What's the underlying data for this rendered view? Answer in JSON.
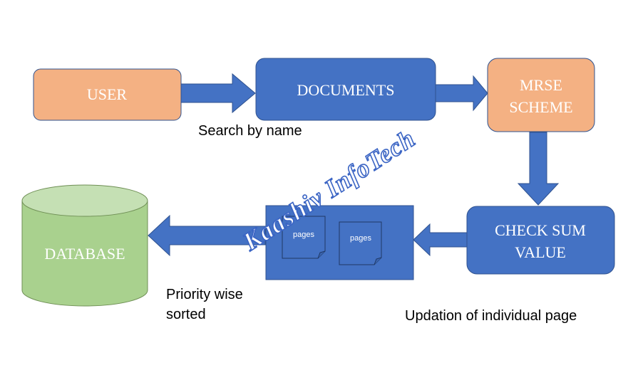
{
  "nodes": {
    "user": "USER",
    "documents": "DOCUMENTS",
    "mrse_line1": "MRSE",
    "mrse_line2": "SCHEME",
    "checksum_line1": "CHECK SUM",
    "checksum_line2": "VALUE",
    "database": "DATABASE",
    "page1": "pages",
    "page2": "pages"
  },
  "edge_labels": {
    "search": "Search by name",
    "priority_line1": "Priority wise",
    "priority_line2": "sorted",
    "updation": "Updation of individual page"
  },
  "watermark": "Kaashiv InfoTech",
  "colors": {
    "blue": "#4472c4",
    "orange": "#f4b183",
    "green": "#a9d18e",
    "green_top": "#c5e0b4",
    "outline": "#2f528f"
  }
}
